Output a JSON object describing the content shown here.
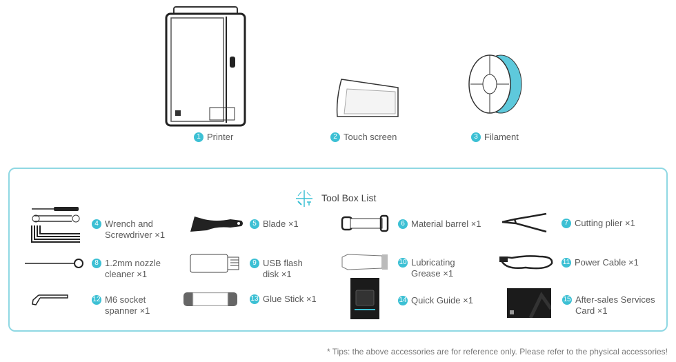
{
  "top_items": [
    {
      "num": "1",
      "label": "Printer"
    },
    {
      "num": "2",
      "label": "Touch screen"
    },
    {
      "num": "3",
      "label": "Filament"
    }
  ],
  "toolbox": {
    "title": "Tool Box List",
    "items": [
      {
        "num": "4",
        "line1": "Wrench and",
        "line2": "Screwdriver  ×1"
      },
      {
        "num": "5",
        "line1": "Blade  ×1",
        "line2": ""
      },
      {
        "num": "6",
        "line1": "Material barrel  ×1",
        "line2": ""
      },
      {
        "num": "7",
        "line1": "Cutting plier  ×1",
        "line2": ""
      },
      {
        "num": "8",
        "line1": "1.2mm nozzle",
        "line2": "cleaner  ×1"
      },
      {
        "num": "9",
        "line1": "USB flash",
        "line2": "disk  ×1"
      },
      {
        "num": "10",
        "line1": "Lubricating",
        "line2": "Grease  ×1"
      },
      {
        "num": "11",
        "line1": "Power Cable  ×1",
        "line2": ""
      },
      {
        "num": "12",
        "line1": "M6 socket",
        "line2": "spanner  ×1"
      },
      {
        "num": "13",
        "line1": "Glue Stick  ×1",
        "line2": ""
      },
      {
        "num": "14",
        "line1": "Quick Guide  ×1",
        "line2": ""
      },
      {
        "num": "15",
        "line1": "After-sales Services",
        "line2": "Card  ×1"
      }
    ]
  },
  "tips": "* Tips: the above accessories are for reference only. Please refer to the physical accessories!",
  "colors": {
    "accent": "#3cc0d4",
    "border": "#8fd8e3"
  }
}
